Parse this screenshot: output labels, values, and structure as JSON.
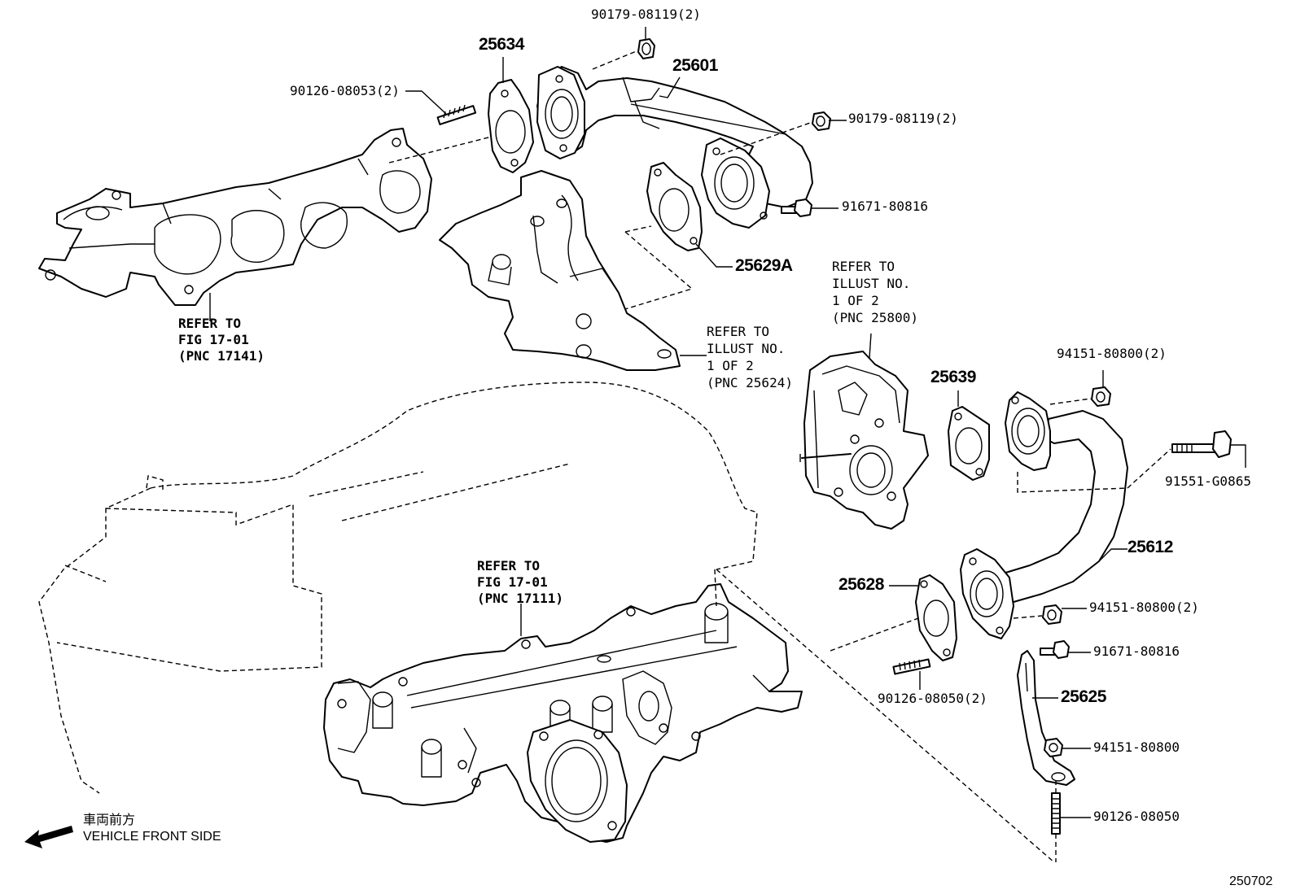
{
  "labels": {
    "p25634": "25634",
    "p90179_top": "90179-08119(2)",
    "p25601": "25601",
    "p90126_53": "90126-08053(2)",
    "p90179_right": "90179-08119(2)",
    "p91671_top": "91671-80816",
    "p25629A": "25629A",
    "p25639": "25639",
    "p94151_top": "94151-80800(2)",
    "p91551": "91551-G0865",
    "p25612": "25612",
    "p25628": "25628",
    "p94151_mid": "94151-80800(2)",
    "p91671_bot": "91671-80816",
    "p90126_50_2": "90126-08050(2)",
    "p25625": "25625",
    "p94151_nut": "94151-80800",
    "p90126_50": "90126-08050"
  },
  "refs": {
    "fig17141": "REFER TO\nFIG 17-01\n(PNC 17141)",
    "illust25800": "REFER TO\nILLUST NO.\n1 OF 2\n(PNC 25800)",
    "illust25624": "REFER TO\nILLUST NO.\n1 OF 2\n(PNC 25624)",
    "fig17111": "REFER TO\nFIG 17-01\n(PNC 17111)"
  },
  "front": {
    "jp": "車両前方",
    "en": "VEHICLE FRONT SIDE",
    "arrow_icon": "arrow-left-icon"
  },
  "diagram_id": "250702"
}
